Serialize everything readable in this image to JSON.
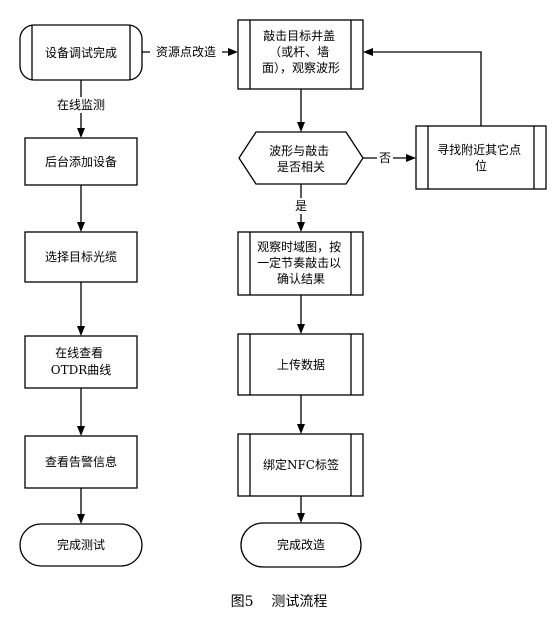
{
  "caption": "图5    测试流程",
  "nodes": {
    "n1": [
      "设备调试完成"
    ],
    "n2": [
      "后台添加设备"
    ],
    "n3": [
      "选择目标光缆"
    ],
    "n4": [
      "在线查看",
      "OTDR曲线"
    ],
    "n5": [
      "查看告警信息"
    ],
    "n6": [
      "完成测试"
    ],
    "n7": [
      "敲击目标井盖",
      "（或杆、墙",
      "面），观察波形"
    ],
    "n8": [
      "波形与敲击",
      "是否相关"
    ],
    "n9": [
      "寻找附近其它点",
      "位"
    ],
    "n10": [
      "观察时域图，按",
      "一定节奏敲击以",
      "确认结果"
    ],
    "n11": [
      "上传数据"
    ],
    "n12": [
      "绑定NFC标签"
    ],
    "n13": [
      "完成改造"
    ]
  },
  "edges": {
    "e1_2": "在线监测",
    "e1_7": "资源点改造",
    "e8_9": "否",
    "e8_10": "是"
  }
}
